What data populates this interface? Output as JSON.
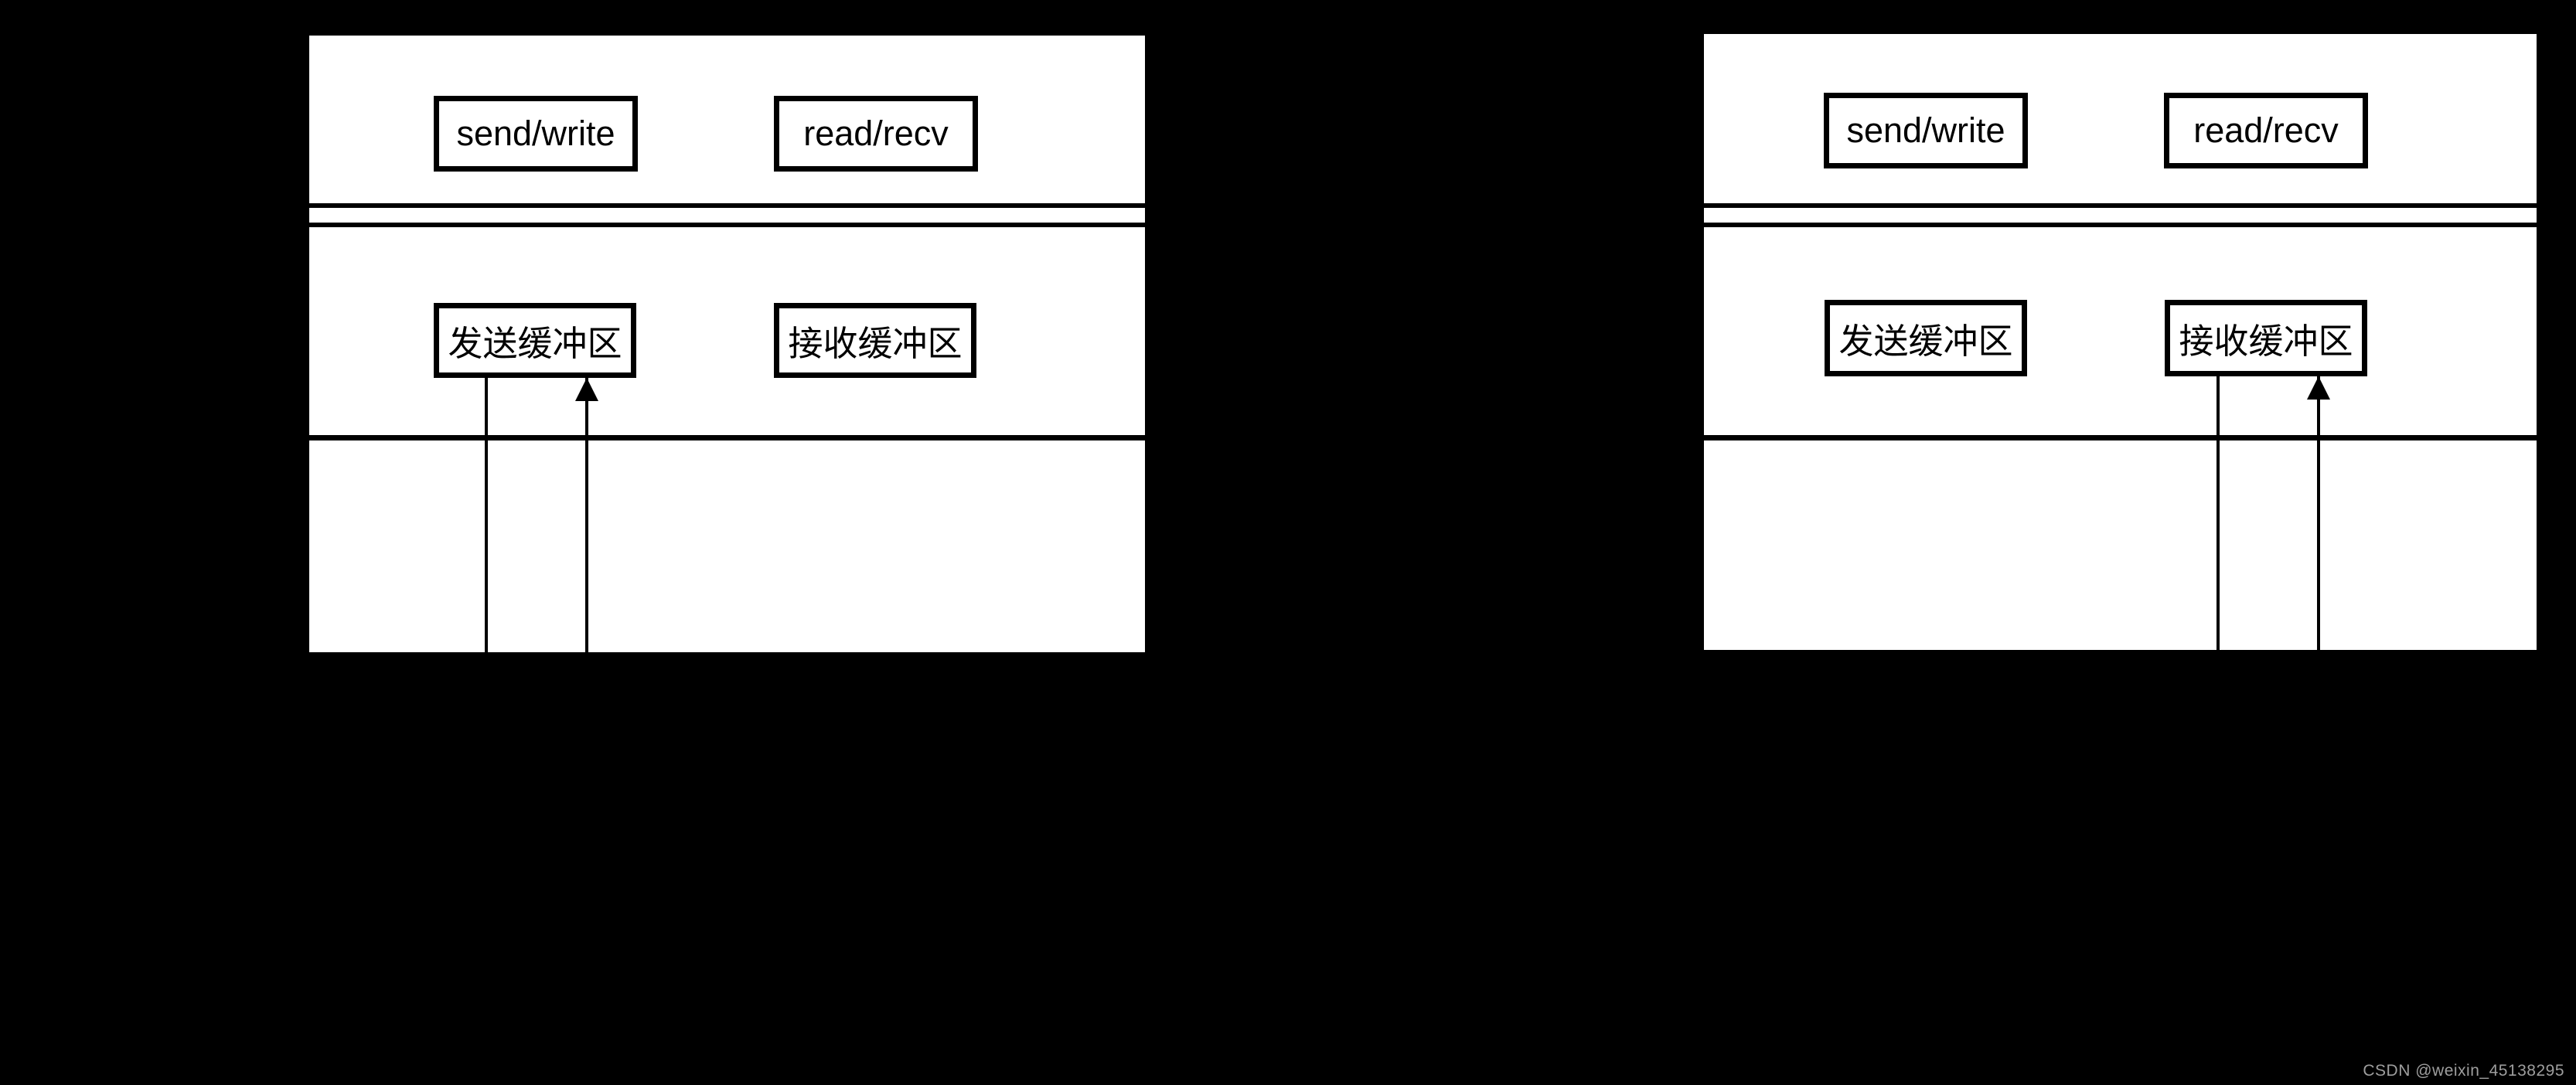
{
  "diagram": {
    "colors": {
      "background": "#000000",
      "panel_fill": "#ffffff",
      "stroke": "#000000",
      "watermark_text": "#9e9e9e"
    }
  },
  "hosts": [
    {
      "side": "left",
      "send_api": "send/write",
      "read_api": "read/recv",
      "send_buffer": "发送缓冲区",
      "recv_buffer": "接收缓冲区",
      "arrow_into": "发送缓冲区"
    },
    {
      "side": "right",
      "send_api": "send/write",
      "read_api": "read/recv",
      "send_buffer": "发送缓冲区",
      "recv_buffer": "接收缓冲区",
      "arrow_into": "接收缓冲区"
    }
  ],
  "watermark": {
    "text": "CSDN @weixin_45138295"
  }
}
